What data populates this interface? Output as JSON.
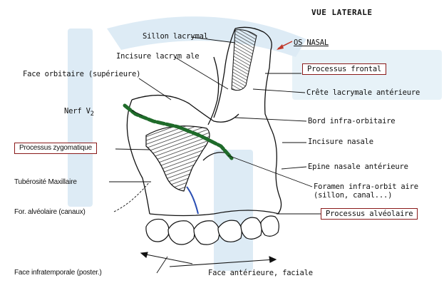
{
  "title": "VUE LATERALE",
  "labels": {
    "os_nasal": "OS NASAL",
    "sillon_lacrymal": "Sillon lacrymal",
    "incisure_lacrymale": "Incisure lacrym ale",
    "face_orbitaire": "Face orbitaire (supérieure)",
    "nerf_v2": "Nerf V",
    "nerf_v2_sub": "2",
    "processus_frontal": "Processus frontal",
    "crete_lacrymale": "Crête lacrymale antérieure",
    "bord_infra_orbitaire": "Bord infra-orbitaire",
    "processus_zygomatique": "Processus zygomatique",
    "incisure_nasale": "Incisure nasale",
    "epine_nasale": "Epine nasale antérieure",
    "tuberosite": "Tubérosité Maxillaire",
    "foramen_line1": "Foramen infra-orbit aire",
    "foramen_line2": "(sillon, canal...)",
    "for_alveolaire": "For. alvéolaire (canaux)",
    "processus_alveolaire": "Processus alvéolaire",
    "face_infratemporale": "Face infratemporale (poster.)",
    "face_anterieure": "Face antérieure, faciale"
  },
  "colors": {
    "watermark": "#cfe3f1",
    "hatch": "#222222",
    "nerve": "#1f6b2a",
    "arrow_red": "#c0392b",
    "box_red": "#8a1a1a",
    "canal_blue": "#2b4fb3"
  }
}
